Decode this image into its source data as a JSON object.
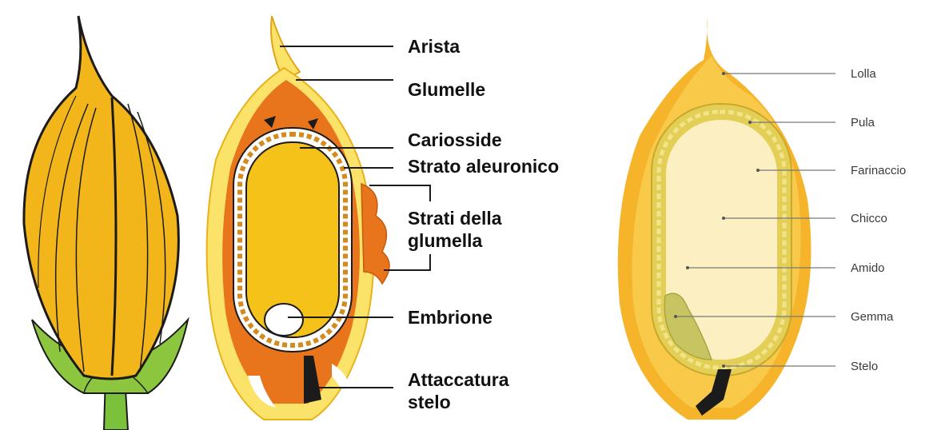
{
  "colors": {
    "husk_yellow": "#f2b61b",
    "husk_outline": "#1b1b1b",
    "husk_orange": "#e8741c",
    "husk_pale": "#fbe36a",
    "endosperm": "#f5c21a",
    "embryo": "#ffffff",
    "stem_green": "#7cc13c",
    "right_outer": "#f6b42a",
    "right_inner": "#fff6d8",
    "right_layer": "#e9d96c",
    "right_germ": "#c9c462"
  },
  "left_diagram": {
    "labels": [
      "Arista",
      "Glumelle",
      "Cariosside",
      "Strato aleuronico",
      "Strati della",
      "glumella",
      "Embrione",
      "Attaccatura",
      "stelo"
    ]
  },
  "right_diagram": {
    "labels": [
      "Lolla",
      "Pula",
      "Farinaccio",
      "Chicco",
      "Amido",
      "Gemma",
      "Stelo"
    ]
  }
}
